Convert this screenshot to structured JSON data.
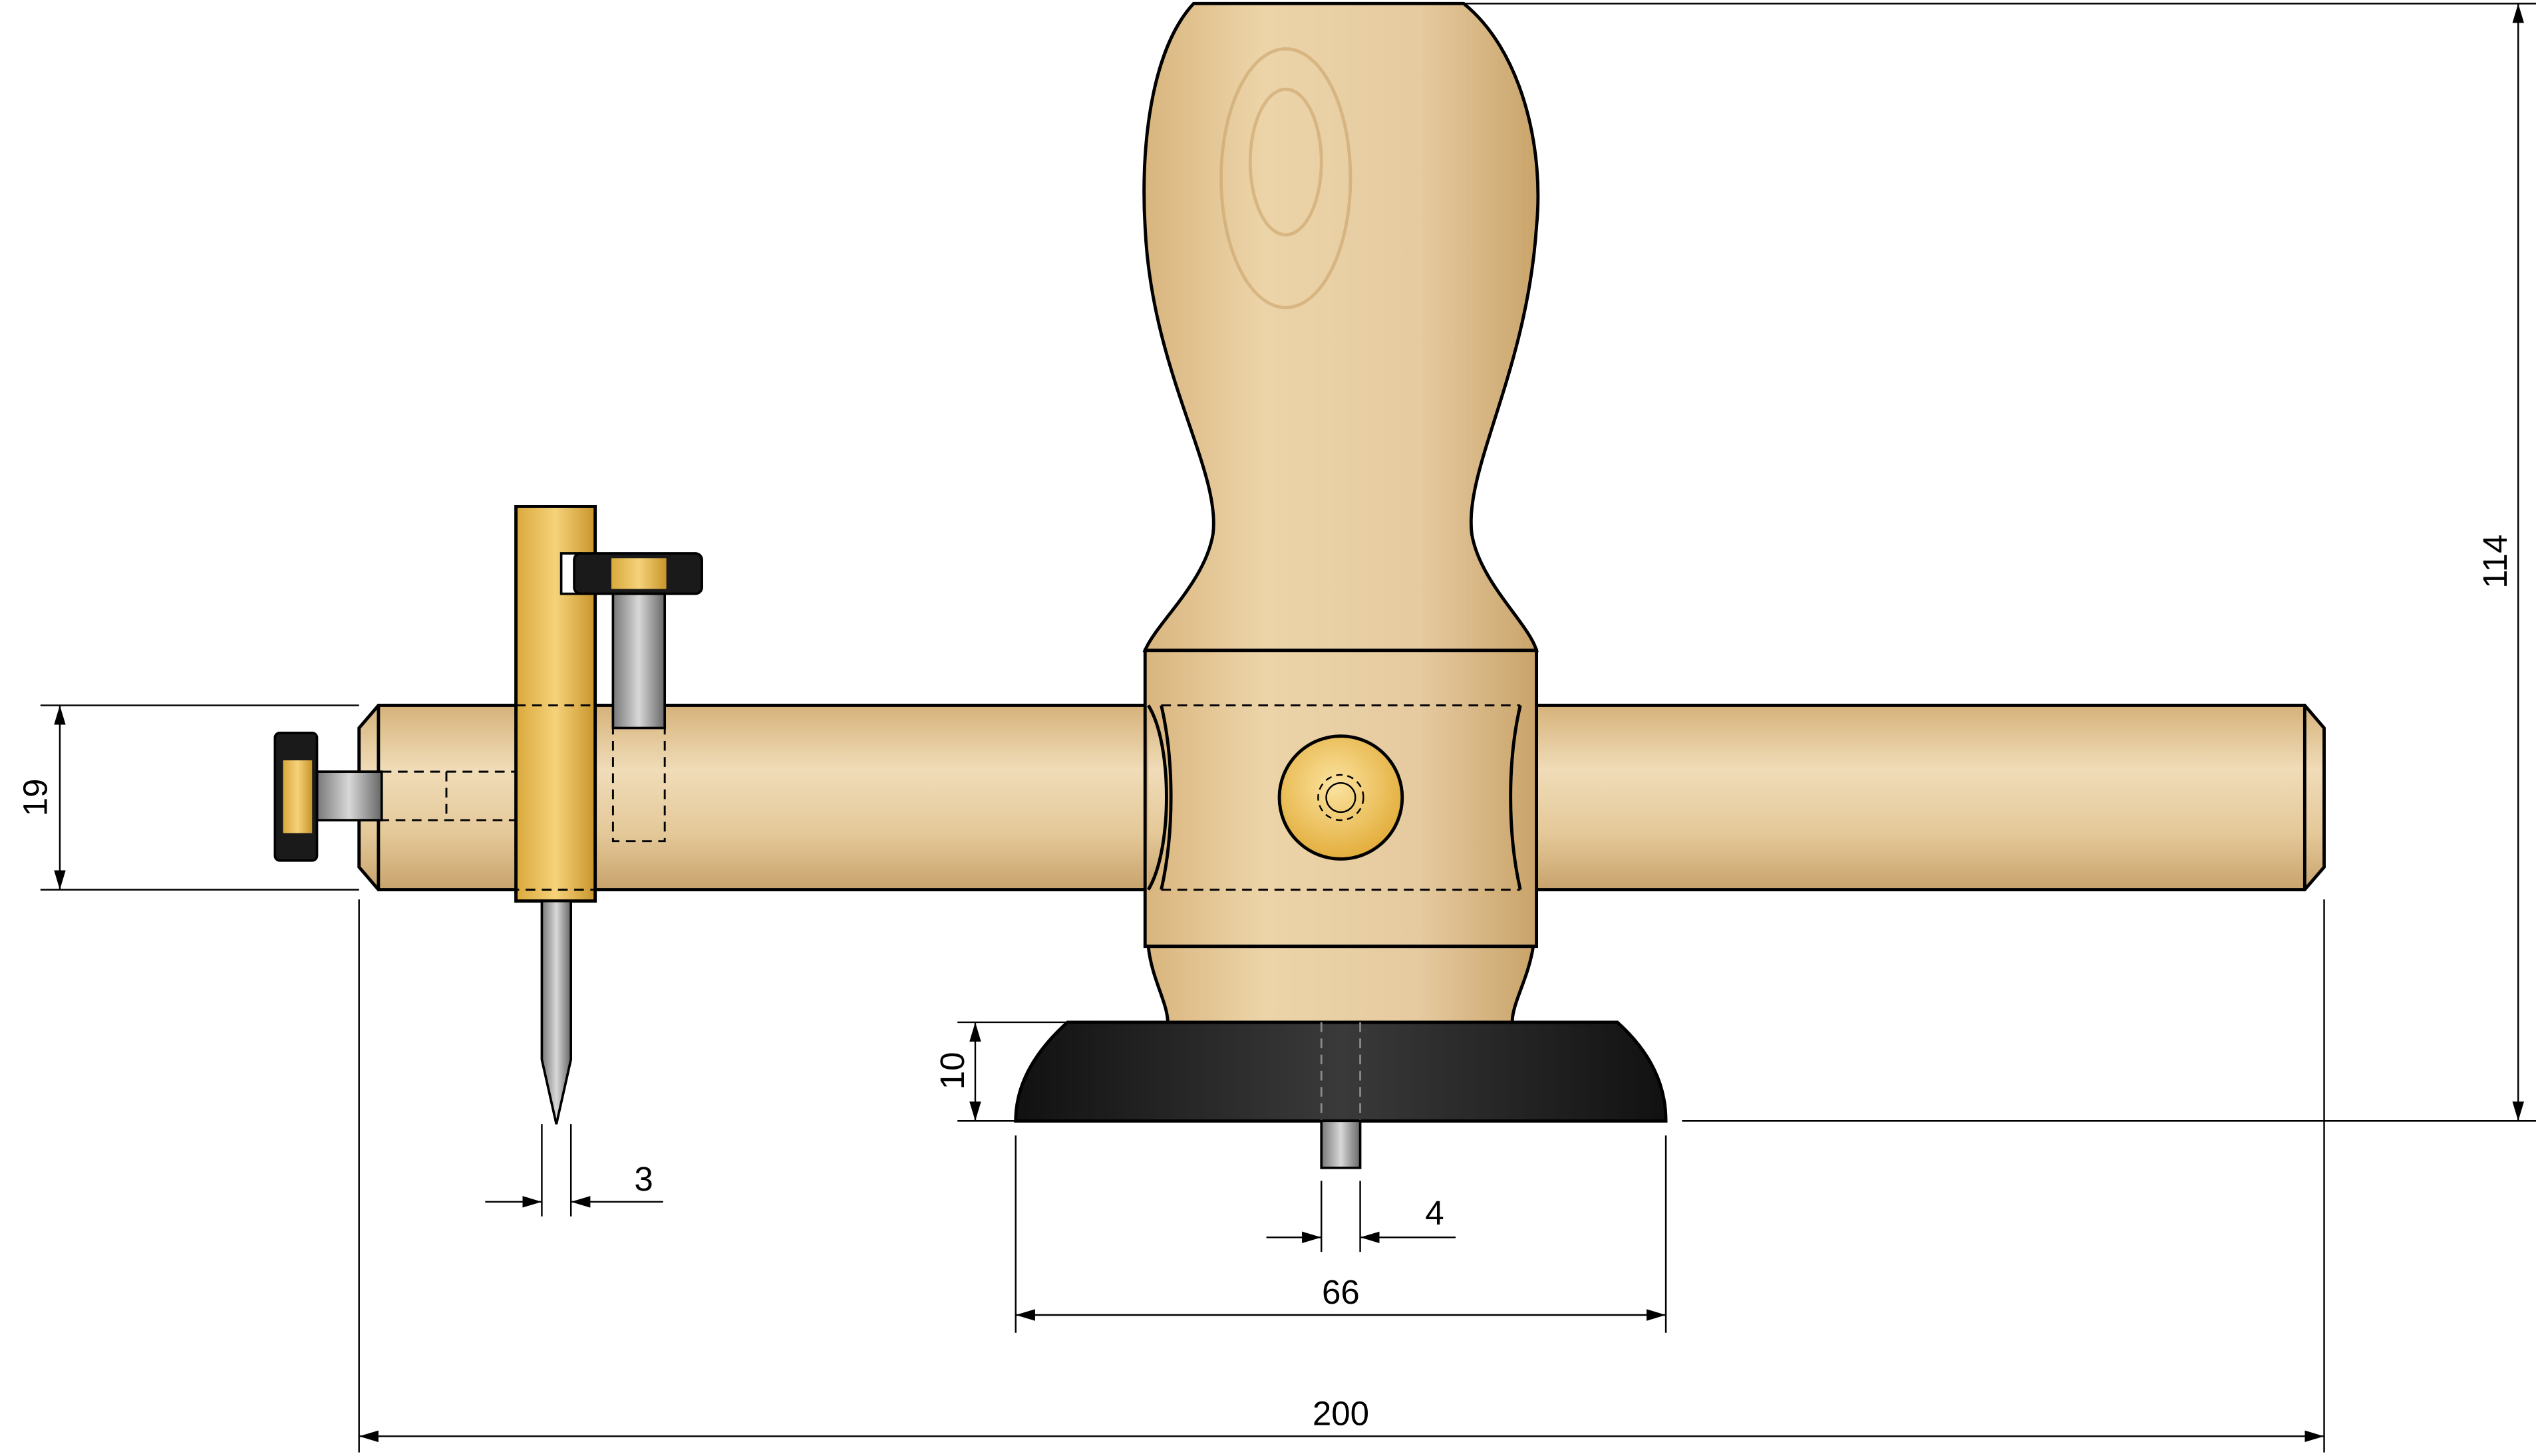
{
  "drawing": {
    "title": "Circle cutter with wooden handle",
    "units": "mm"
  },
  "dimensions": {
    "bar_diameter": "19",
    "cutter_needle_width": "3",
    "base_height": "10",
    "center_pin_diameter": "4",
    "base_diameter": "66",
    "overall_length": "200",
    "overall_height": "114"
  },
  "colors": {
    "wood_light": "#e8cfa0",
    "wood_dark": "#c9a46a",
    "brass": "#f2c65a",
    "base_black": "#1e1e1e",
    "steel": "#9a9a9a"
  }
}
